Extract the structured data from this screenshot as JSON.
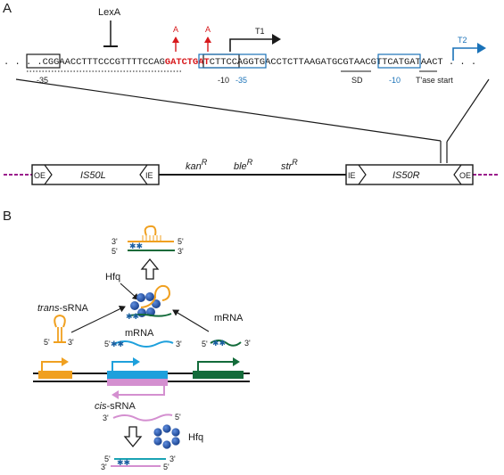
{
  "panel_a": {
    "label": "A",
    "repressor": "LexA",
    "mutation_marks": [
      "A",
      "A"
    ],
    "promoter_t1": "T1",
    "promoter_t2": "T2",
    "sequence": {
      "lead_dots": ". . . .",
      "s1": "CGGAAC",
      "s2": "CTTTCCCGTTTTCCAG",
      "s3": "GATCTGAT",
      "s4": "CTTCCA",
      "s5": "GGTGACCTCTTAAGATGC",
      "s6": "GTAACGT",
      "s7": "TCATGATAACT . . ."
    },
    "annotations": {
      "minus35_black": "-35",
      "minus10_black": "-10",
      "minus35_blue": "-35",
      "sd": "SD",
      "minus10_blue": "-10",
      "tase_start": "T'ase start"
    },
    "transposon": {
      "oe_left": "OE",
      "is50l": "IS50L",
      "ie_left": "IE",
      "kan": "kan",
      "ble": "ble",
      "str": "str",
      "resistance_sup": "R",
      "ie_right": "IE",
      "is50r": "IS50R",
      "oe_right": "OE"
    },
    "colors": {
      "red": "#d7191c",
      "blue": "#1a72b8"
    }
  },
  "panel_b": {
    "label": "B",
    "trans_srna": "trans-sRNA",
    "trans_prefix": "trans",
    "trans_suffix": "-sRNA",
    "hfq": "Hfq",
    "mrna": "mRNA",
    "cis_prefix": "cis",
    "cis_suffix": "-sRNA",
    "hfq_bottom": "Hfq",
    "end_5": "5'",
    "end_3": "3'",
    "colors": {
      "orange": "#f0a020",
      "blue": "#1ea0dc",
      "green": "#136b3a",
      "pink": "#d48fd0",
      "hfq_blue": "#1f4fa0",
      "teal": "#1aa3b4"
    }
  }
}
